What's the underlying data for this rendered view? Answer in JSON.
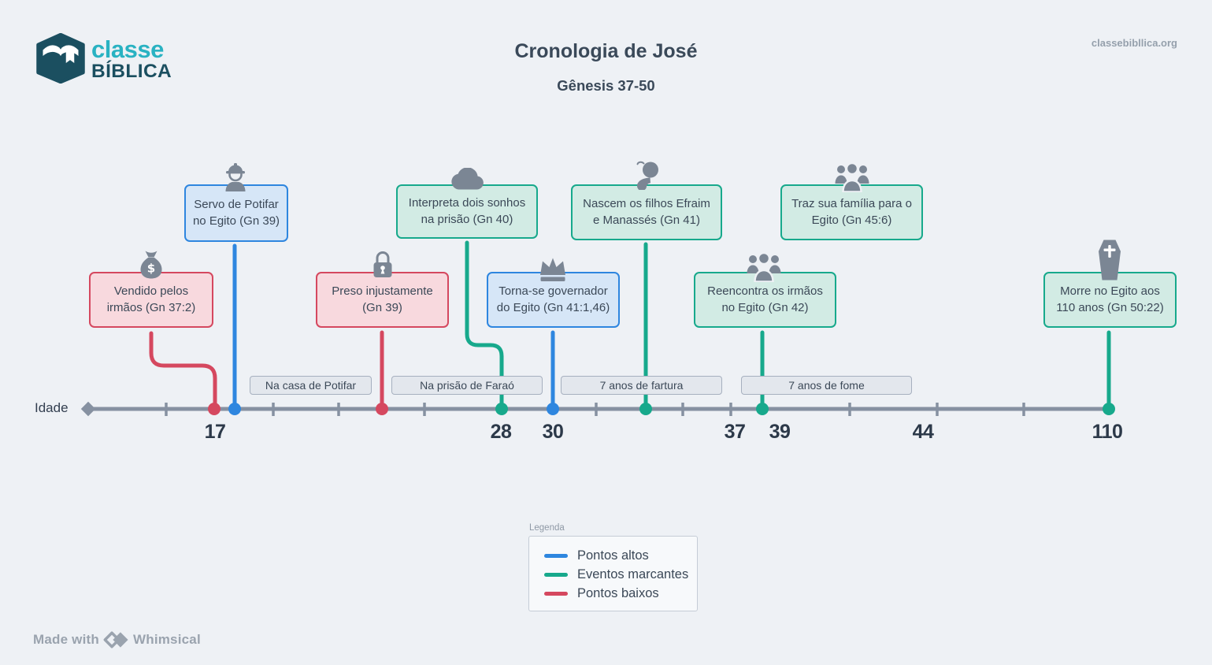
{
  "header": {
    "brand": {
      "word1": "classe",
      "word2": "BÍBLICA"
    },
    "title": "Cronologia de José",
    "subtitle": "Gênesis 37-50",
    "website": "classebibllica.org"
  },
  "timeline": {
    "axis_label": "Idade",
    "ages": [
      "17",
      "28",
      "30",
      "37",
      "39",
      "44",
      "110"
    ],
    "periods": [
      "Na casa de Potifar",
      "Na prisão de Faraó",
      "7 anos de fartura",
      "7 anos de fome"
    ],
    "events": [
      {
        "label": "Vendido pelos\nirmãos (Gn 37:2)",
        "type": "low",
        "icon": "money-bag"
      },
      {
        "label": "Servo de Potifar\nno Egito (Gn 39)",
        "type": "high",
        "icon": "worker"
      },
      {
        "label": "Preso injustamente\n(Gn 39)",
        "type": "low",
        "icon": "lock"
      },
      {
        "label": "Interpreta dois sonhos\nna prisão (Gn 40)",
        "type": "event",
        "icon": "cloud"
      },
      {
        "label": "Torna-se governador\ndo Egito (Gn 41:1,46)",
        "type": "high",
        "icon": "crown"
      },
      {
        "label": "Nascem os filhos Efraim\ne Manassés (Gn 41)",
        "type": "event",
        "icon": "baby"
      },
      {
        "label": "Reencontra os irmãos\nno Egito (Gn 42)",
        "type": "event",
        "icon": "people-group"
      },
      {
        "label": "Traz sua família para o\nEgito (Gn 45:6)",
        "type": "event",
        "icon": "people-group"
      },
      {
        "label": "Morre no Egito aos\n110 anos (Gn 50:22)",
        "type": "event",
        "icon": "coffin"
      }
    ]
  },
  "legend": {
    "title": "Legenda",
    "items": [
      {
        "label": "Pontos altos",
        "color": "#2e86df"
      },
      {
        "label": "Eventos marcantes",
        "color": "#17a98c"
      },
      {
        "label": "Pontos baixos",
        "color": "#d5485f"
      }
    ]
  },
  "icons": {
    "money_bag_symbol": "$"
  },
  "footer": {
    "made_with": "Made with",
    "brand": "Whimsical"
  },
  "colors": {
    "background": "#eef1f5",
    "high": "#2e86df",
    "high_fill": "#d6e6f7",
    "event": "#17a98c",
    "event_fill": "#d2ebe4",
    "low": "#d5485f",
    "low_fill": "#f8d9de",
    "icon_gray": "#7b8694",
    "axis_gray": "#8691a1",
    "text_dark": "#3b4857"
  }
}
